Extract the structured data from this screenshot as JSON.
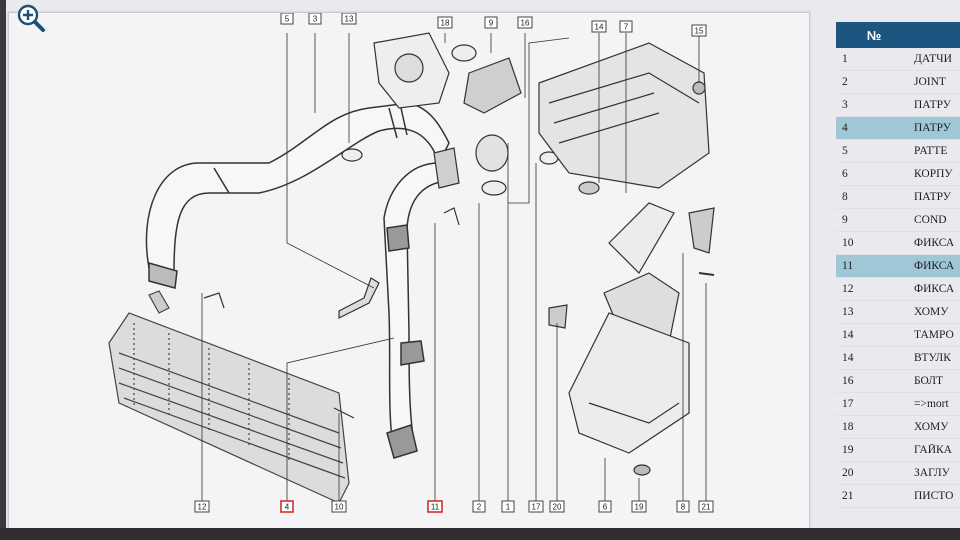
{
  "table": {
    "header_num": "№",
    "rows": [
      {
        "num": "1",
        "name": "ДАТЧИ",
        "highlight": false
      },
      {
        "num": "2",
        "name": "JOINT",
        "highlight": false
      },
      {
        "num": "3",
        "name": "ПАТРУ",
        "highlight": false
      },
      {
        "num": "4",
        "name": "ПАТРУ",
        "highlight": true
      },
      {
        "num": "5",
        "name": "PATTE",
        "highlight": false
      },
      {
        "num": "6",
        "name": "КОРПУ",
        "highlight": false
      },
      {
        "num": "8",
        "name": "ПАТРУ",
        "highlight": false
      },
      {
        "num": "9",
        "name": "COND",
        "highlight": false
      },
      {
        "num": "10",
        "name": "ФИКСА",
        "highlight": false
      },
      {
        "num": "11",
        "name": "ФИКСА",
        "highlight": true
      },
      {
        "num": "12",
        "name": "ФИКСА",
        "highlight": false
      },
      {
        "num": "13",
        "name": "ХОМУ",
        "highlight": false
      },
      {
        "num": "14",
        "name": "ТАМРО",
        "highlight": false
      },
      {
        "num": "14",
        "name": "ВТУЛК",
        "highlight": false
      },
      {
        "num": "16",
        "name": "БОЛТ",
        "highlight": false
      },
      {
        "num": "17",
        "name": "=>mort",
        "highlight": false
      },
      {
        "num": "18",
        "name": "ХОМУ",
        "highlight": false
      },
      {
        "num": "19",
        "name": "ГАЙКА",
        "highlight": false
      },
      {
        "num": "20",
        "name": "ЗАГЛУ",
        "highlight": false
      },
      {
        "num": "21",
        "name": "ПИСТО",
        "highlight": false
      }
    ]
  },
  "callouts": {
    "c1": "1",
    "c2": "2",
    "c3": "3",
    "c4": "4",
    "c5": "5",
    "c6": "6",
    "c7": "7",
    "c8": "8",
    "c9": "9",
    "c10": "10",
    "c11": "11",
    "c12": "12",
    "c13": "13",
    "c14": "14",
    "c15": "15",
    "c16": "16",
    "c17": "17",
    "c18": "18",
    "c19": "19",
    "c20": "20",
    "c21": "21"
  },
  "colors": {
    "header": "#1c5680",
    "highlight": "#9fc7d6",
    "selected_callout": "#d0302a"
  },
  "icons": {
    "zoom": "zoom-in-icon"
  }
}
